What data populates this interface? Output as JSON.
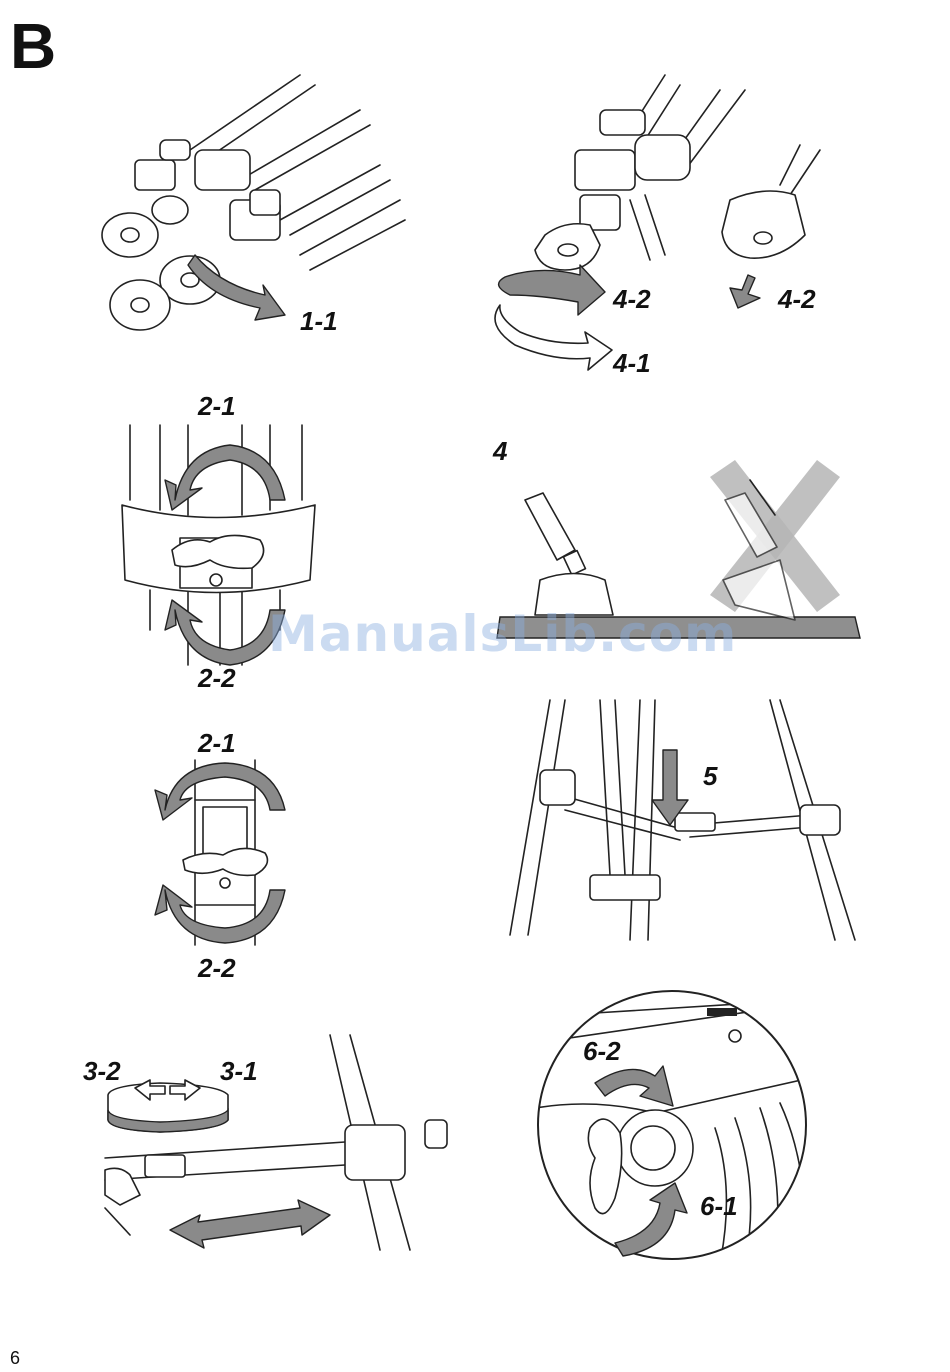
{
  "section": {
    "letter": "B"
  },
  "labels": {
    "s1_1": "1-1",
    "s4_2a": "4-2",
    "s4_2b": "4-2",
    "s4_1": "4-1",
    "s2_1a": "2-1",
    "s2_2a": "2-2",
    "s4": "4",
    "s2_1b": "2-1",
    "s2_2b": "2-2",
    "s5": "5",
    "s3_2": "3-2",
    "s3_1": "3-1",
    "s6_2": "6-2",
    "s6_1": "6-1"
  },
  "page_number": "6",
  "watermark": "ManualsLib.com"
}
